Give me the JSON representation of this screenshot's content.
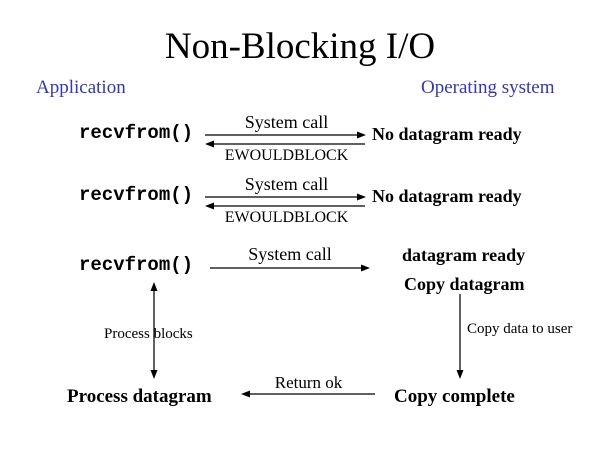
{
  "title": "Non-Blocking I/O",
  "columns": {
    "left": "Application",
    "right": "Operating system"
  },
  "colors": {
    "column_header": "#3333cc",
    "text": "#000000",
    "background": "#ffffff"
  },
  "exchanges": [
    {
      "call": "recvfrom()",
      "request_label": "System call",
      "response_label": "EWOULDBLOCK",
      "os_state": "No datagram ready"
    },
    {
      "call": "recvfrom()",
      "request_label": "System call",
      "response_label": "EWOULDBLOCK",
      "os_state": "No datagram ready"
    },
    {
      "call": "recvfrom()",
      "request_label": "System call",
      "os_state": "datagram ready",
      "os_action": "Copy datagram"
    }
  ],
  "waits": {
    "app_wait_label": "Process blocks",
    "os_wait_label": "Copy data to user"
  },
  "completion": {
    "app_state": "Process datagram",
    "return_label": "Return ok",
    "os_state": "Copy complete"
  }
}
